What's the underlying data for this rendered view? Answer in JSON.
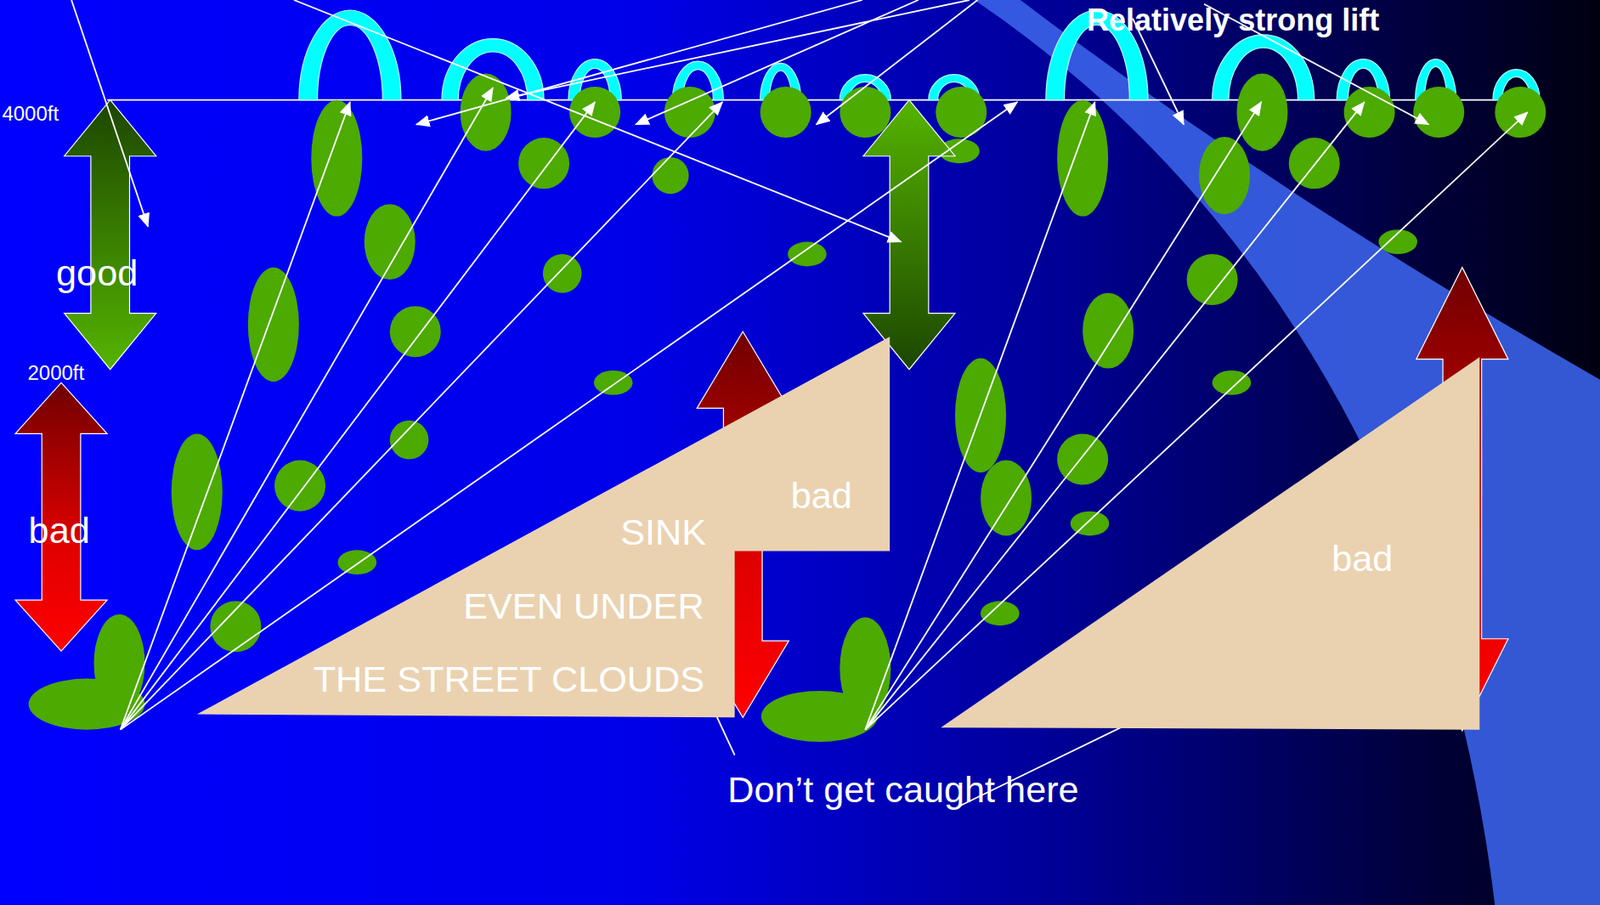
{
  "diagram": {
    "nodes": [
      {
        "text": [
          "SINK",
          "EVEN UNDER",
          "THE STREET CLOUDS",
          "bad"
        ]
      },
      {
        "text": [
          "bad"
        ]
      }
    ],
    "labels": [
      "Relatively strong lift",
      "4000ft",
      "2000ft",
      "good",
      "bad",
      "Don’t get caught here"
    ]
  }
}
